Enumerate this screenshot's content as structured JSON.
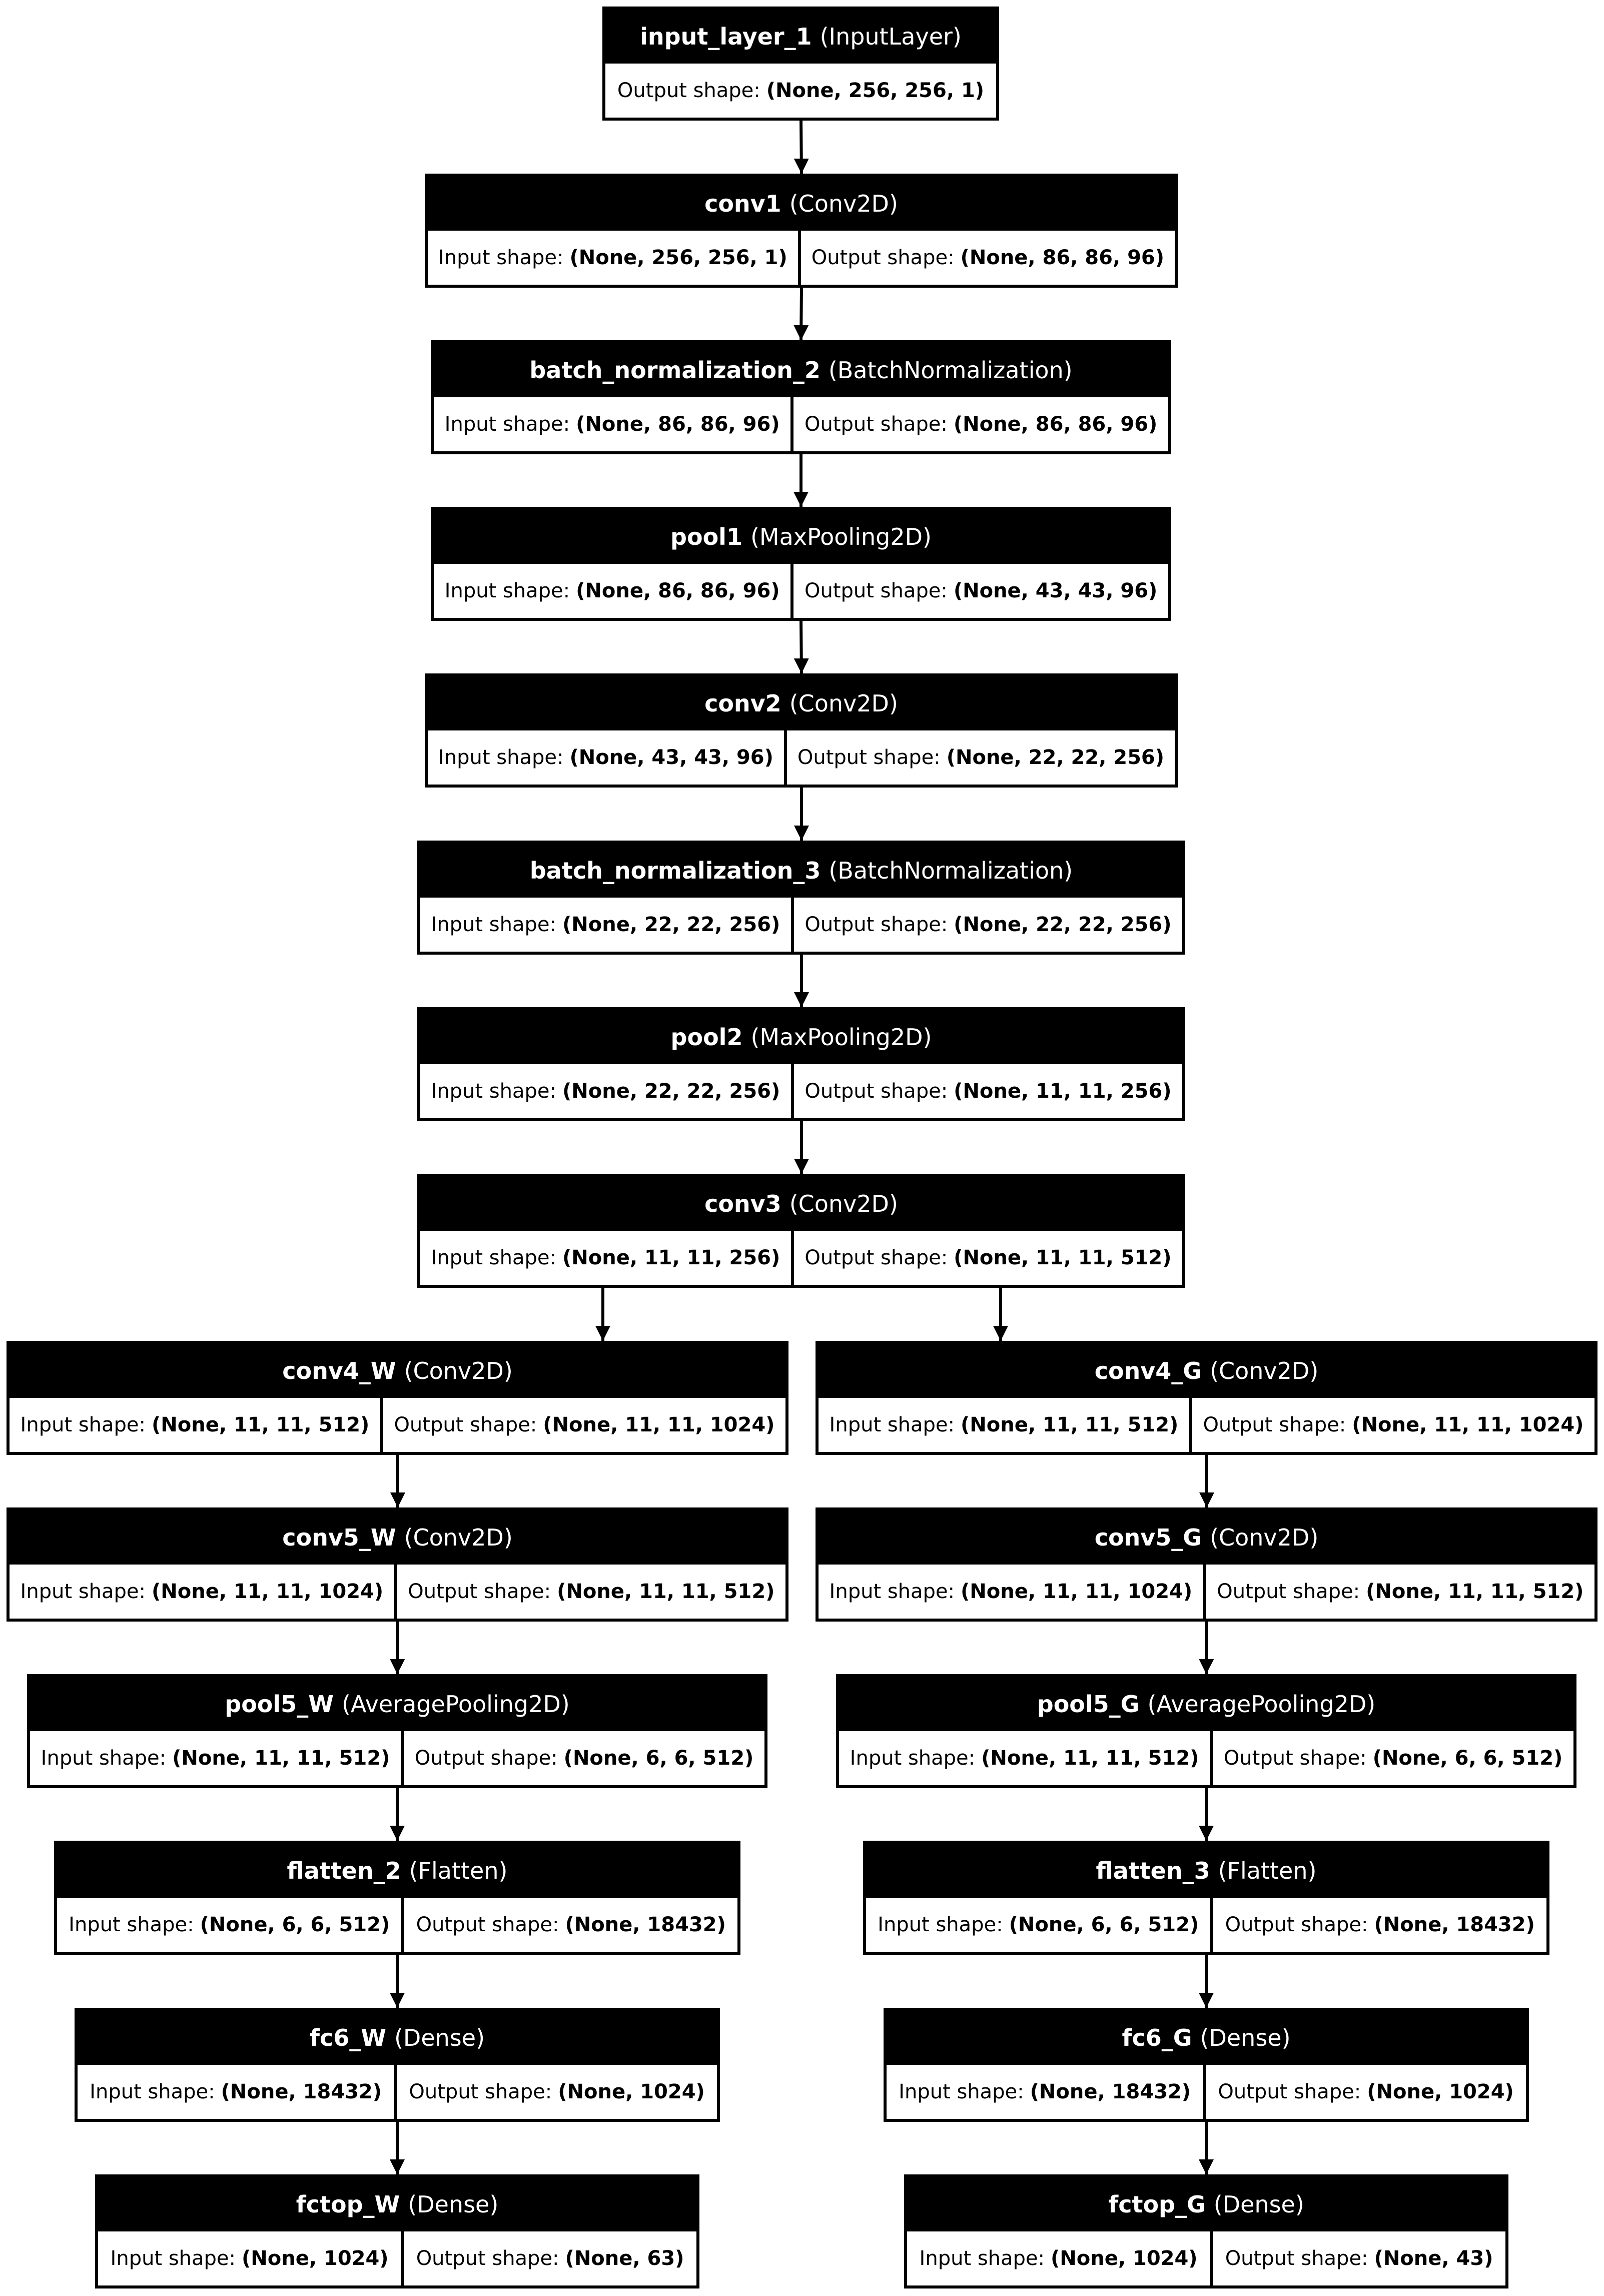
{
  "layers": [
    {
      "id": "input_layer_1",
      "name": "input_layer_1",
      "type": "(InputLayer)",
      "input_shape": null,
      "output_shape": "(None, 256, 256, 1)"
    },
    {
      "id": "conv1",
      "name": "conv1",
      "type": "(Conv2D)",
      "input_shape": "(None, 256, 256, 1)",
      "output_shape": "(None, 86, 86, 96)"
    },
    {
      "id": "batch_normalization_2",
      "name": "batch_normalization_2",
      "type": "(BatchNormalization)",
      "input_shape": "(None, 86, 86, 96)",
      "output_shape": "(None, 86, 86, 96)"
    },
    {
      "id": "pool1",
      "name": "pool1",
      "type": "(MaxPooling2D)",
      "input_shape": "(None, 86, 86, 96)",
      "output_shape": "(None, 43, 43, 96)"
    },
    {
      "id": "conv2",
      "name": "conv2",
      "type": "(Conv2D)",
      "input_shape": "(None, 43, 43, 96)",
      "output_shape": "(None, 22, 22, 256)"
    },
    {
      "id": "batch_normalization_3",
      "name": "batch_normalization_3",
      "type": "(BatchNormalization)",
      "input_shape": "(None, 22, 22, 256)",
      "output_shape": "(None, 22, 22, 256)"
    },
    {
      "id": "pool2",
      "name": "pool2",
      "type": "(MaxPooling2D)",
      "input_shape": "(None, 22, 22, 256)",
      "output_shape": "(None, 11, 11, 256)"
    },
    {
      "id": "conv3",
      "name": "conv3",
      "type": "(Conv2D)",
      "input_shape": "(None, 11, 11, 256)",
      "output_shape": "(None, 11, 11, 512)"
    },
    {
      "id": "conv4_W",
      "name": "conv4_W",
      "type": "(Conv2D)",
      "input_shape": "(None, 11, 11, 512)",
      "output_shape": "(None, 11, 11, 1024)"
    },
    {
      "id": "conv4_G",
      "name": "conv4_G",
      "type": "(Conv2D)",
      "input_shape": "(None, 11, 11, 512)",
      "output_shape": "(None, 11, 11, 1024)"
    },
    {
      "id": "conv5_W",
      "name": "conv5_W",
      "type": "(Conv2D)",
      "input_shape": "(None, 11, 11, 1024)",
      "output_shape": "(None, 11, 11, 512)"
    },
    {
      "id": "conv5_G",
      "name": "conv5_G",
      "type": "(Conv2D)",
      "input_shape": "(None, 11, 11, 1024)",
      "output_shape": "(None, 11, 11, 512)"
    },
    {
      "id": "pool5_W",
      "name": "pool5_W",
      "type": "(AveragePooling2D)",
      "input_shape": "(None, 11, 11, 512)",
      "output_shape": "(None, 6, 6, 512)"
    },
    {
      "id": "pool5_G",
      "name": "pool5_G",
      "type": "(AveragePooling2D)",
      "input_shape": "(None, 11, 11, 512)",
      "output_shape": "(None, 6, 6, 512)"
    },
    {
      "id": "flatten_2",
      "name": "flatten_2",
      "type": "(Flatten)",
      "input_shape": "(None, 6, 6, 512)",
      "output_shape": "(None, 18432)"
    },
    {
      "id": "flatten_3",
      "name": "flatten_3",
      "type": "(Flatten)",
      "input_shape": "(None, 6, 6, 512)",
      "output_shape": "(None, 18432)"
    },
    {
      "id": "fc6_W",
      "name": "fc6_W",
      "type": "(Dense)",
      "input_shape": "(None, 18432)",
      "output_shape": "(None, 1024)"
    },
    {
      "id": "fc6_G",
      "name": "fc6_G",
      "type": "(Dense)",
      "input_shape": "(None, 18432)",
      "output_shape": "(None, 1024)"
    },
    {
      "id": "fctop_W",
      "name": "fctop_W",
      "type": "(Dense)",
      "input_shape": "(None, 1024)",
      "output_shape": "(None, 63)"
    },
    {
      "id": "fctop_G",
      "name": "fctop_G",
      "type": "(Dense)",
      "input_shape": "(None, 1024)",
      "output_shape": "(None, 43)"
    }
  ],
  "edges": [
    [
      "input_layer_1",
      "conv1"
    ],
    [
      "conv1",
      "batch_normalization_2"
    ],
    [
      "batch_normalization_2",
      "pool1"
    ],
    [
      "pool1",
      "conv2"
    ],
    [
      "conv2",
      "batch_normalization_3"
    ],
    [
      "batch_normalization_3",
      "pool2"
    ],
    [
      "pool2",
      "conv3"
    ],
    [
      "conv3",
      "conv4_W"
    ],
    [
      "conv3",
      "conv4_G"
    ],
    [
      "conv4_W",
      "conv5_W"
    ],
    [
      "conv5_W",
      "pool5_W"
    ],
    [
      "pool5_W",
      "flatten_2"
    ],
    [
      "flatten_2",
      "fc6_W"
    ],
    [
      "fc6_W",
      "fctop_W"
    ],
    [
      "conv4_G",
      "conv5_G"
    ],
    [
      "conv5_G",
      "pool5_G"
    ],
    [
      "pool5_G",
      "flatten_3"
    ],
    [
      "flatten_3",
      "fc6_G"
    ],
    [
      "fc6_G",
      "fctop_G"
    ]
  ],
  "labels": {
    "input": "Input shape:",
    "output": "Output shape:"
  },
  "colors": {
    "header_bg": "#000000",
    "header_text": "#ffffff",
    "body_bg": "#ffffff",
    "border": "#000000"
  }
}
